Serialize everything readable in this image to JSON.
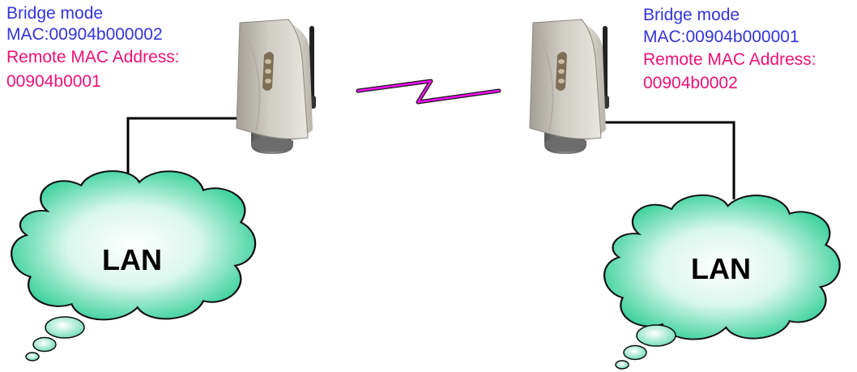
{
  "left_device": {
    "mode": "Bridge mode",
    "mac": "MAC:00904b000002",
    "remote_label": "Remote MAC Address:",
    "remote_value": "00904b0001"
  },
  "right_device": {
    "mode": "Bridge mode",
    "mac": "MAC:00904b000001",
    "remote_label": "Remote MAC Address:",
    "remote_value": "00904b0002"
  },
  "left_lan": {
    "label": "LAN"
  },
  "right_lan": {
    "label": "LAN"
  },
  "colors": {
    "info_text": "#3333dd",
    "remote_text": "#ee1177",
    "wireless_link": "#ee11ee",
    "cloud_fill_center": "#ffffff",
    "cloud_fill_edge": "#16c88a",
    "cable": "#000000"
  },
  "icons": {
    "access_point": "wireless-access-point-icon",
    "lan": "cloud-icon",
    "link": "lightning-bolt-icon"
  }
}
